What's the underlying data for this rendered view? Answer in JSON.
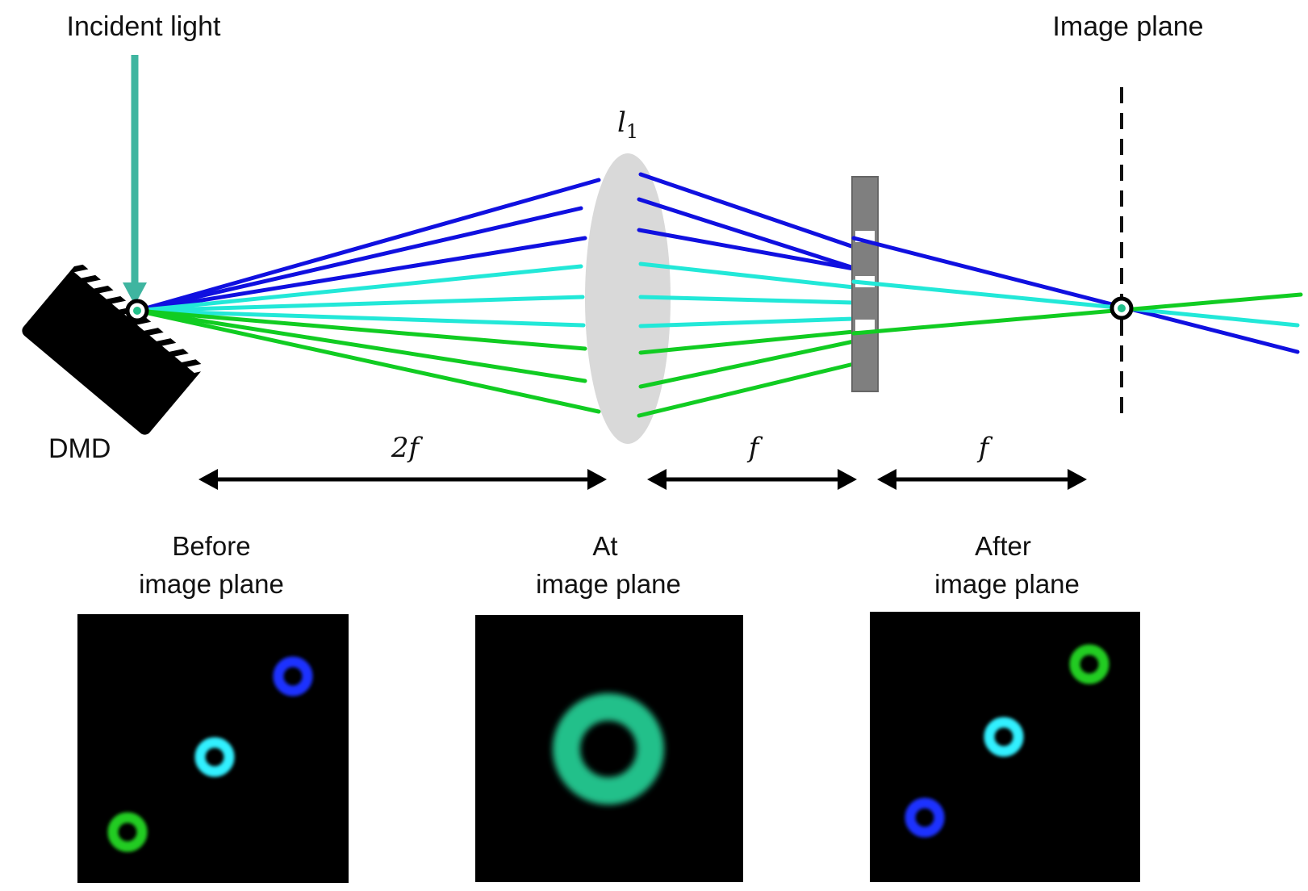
{
  "labels": {
    "incident_light": "Incident light",
    "image_plane": "Image plane",
    "dmd": "DMD",
    "lens": "l",
    "lens_subscript": "1",
    "dist_2f": "2f",
    "dist_f_1": "f",
    "dist_f_2": "f"
  },
  "panels": [
    {
      "line1": "Before",
      "line2": "image plane"
    },
    {
      "line1": "At",
      "line2": "image plane"
    },
    {
      "line1": "After",
      "line2": "image plane"
    }
  ],
  "colors": {
    "blue": "#1010e0",
    "cyan": "#22e8d8",
    "green": "#11cc22",
    "incident_arrow": "#3fb5a0",
    "lens": "#d9d9d9",
    "aperture": "#7f7f7f",
    "ring_blue": "#1a33ff",
    "ring_cyan": "#33f0ff",
    "ring_green": "#22cc22",
    "ring_teal": "#22c08a"
  }
}
